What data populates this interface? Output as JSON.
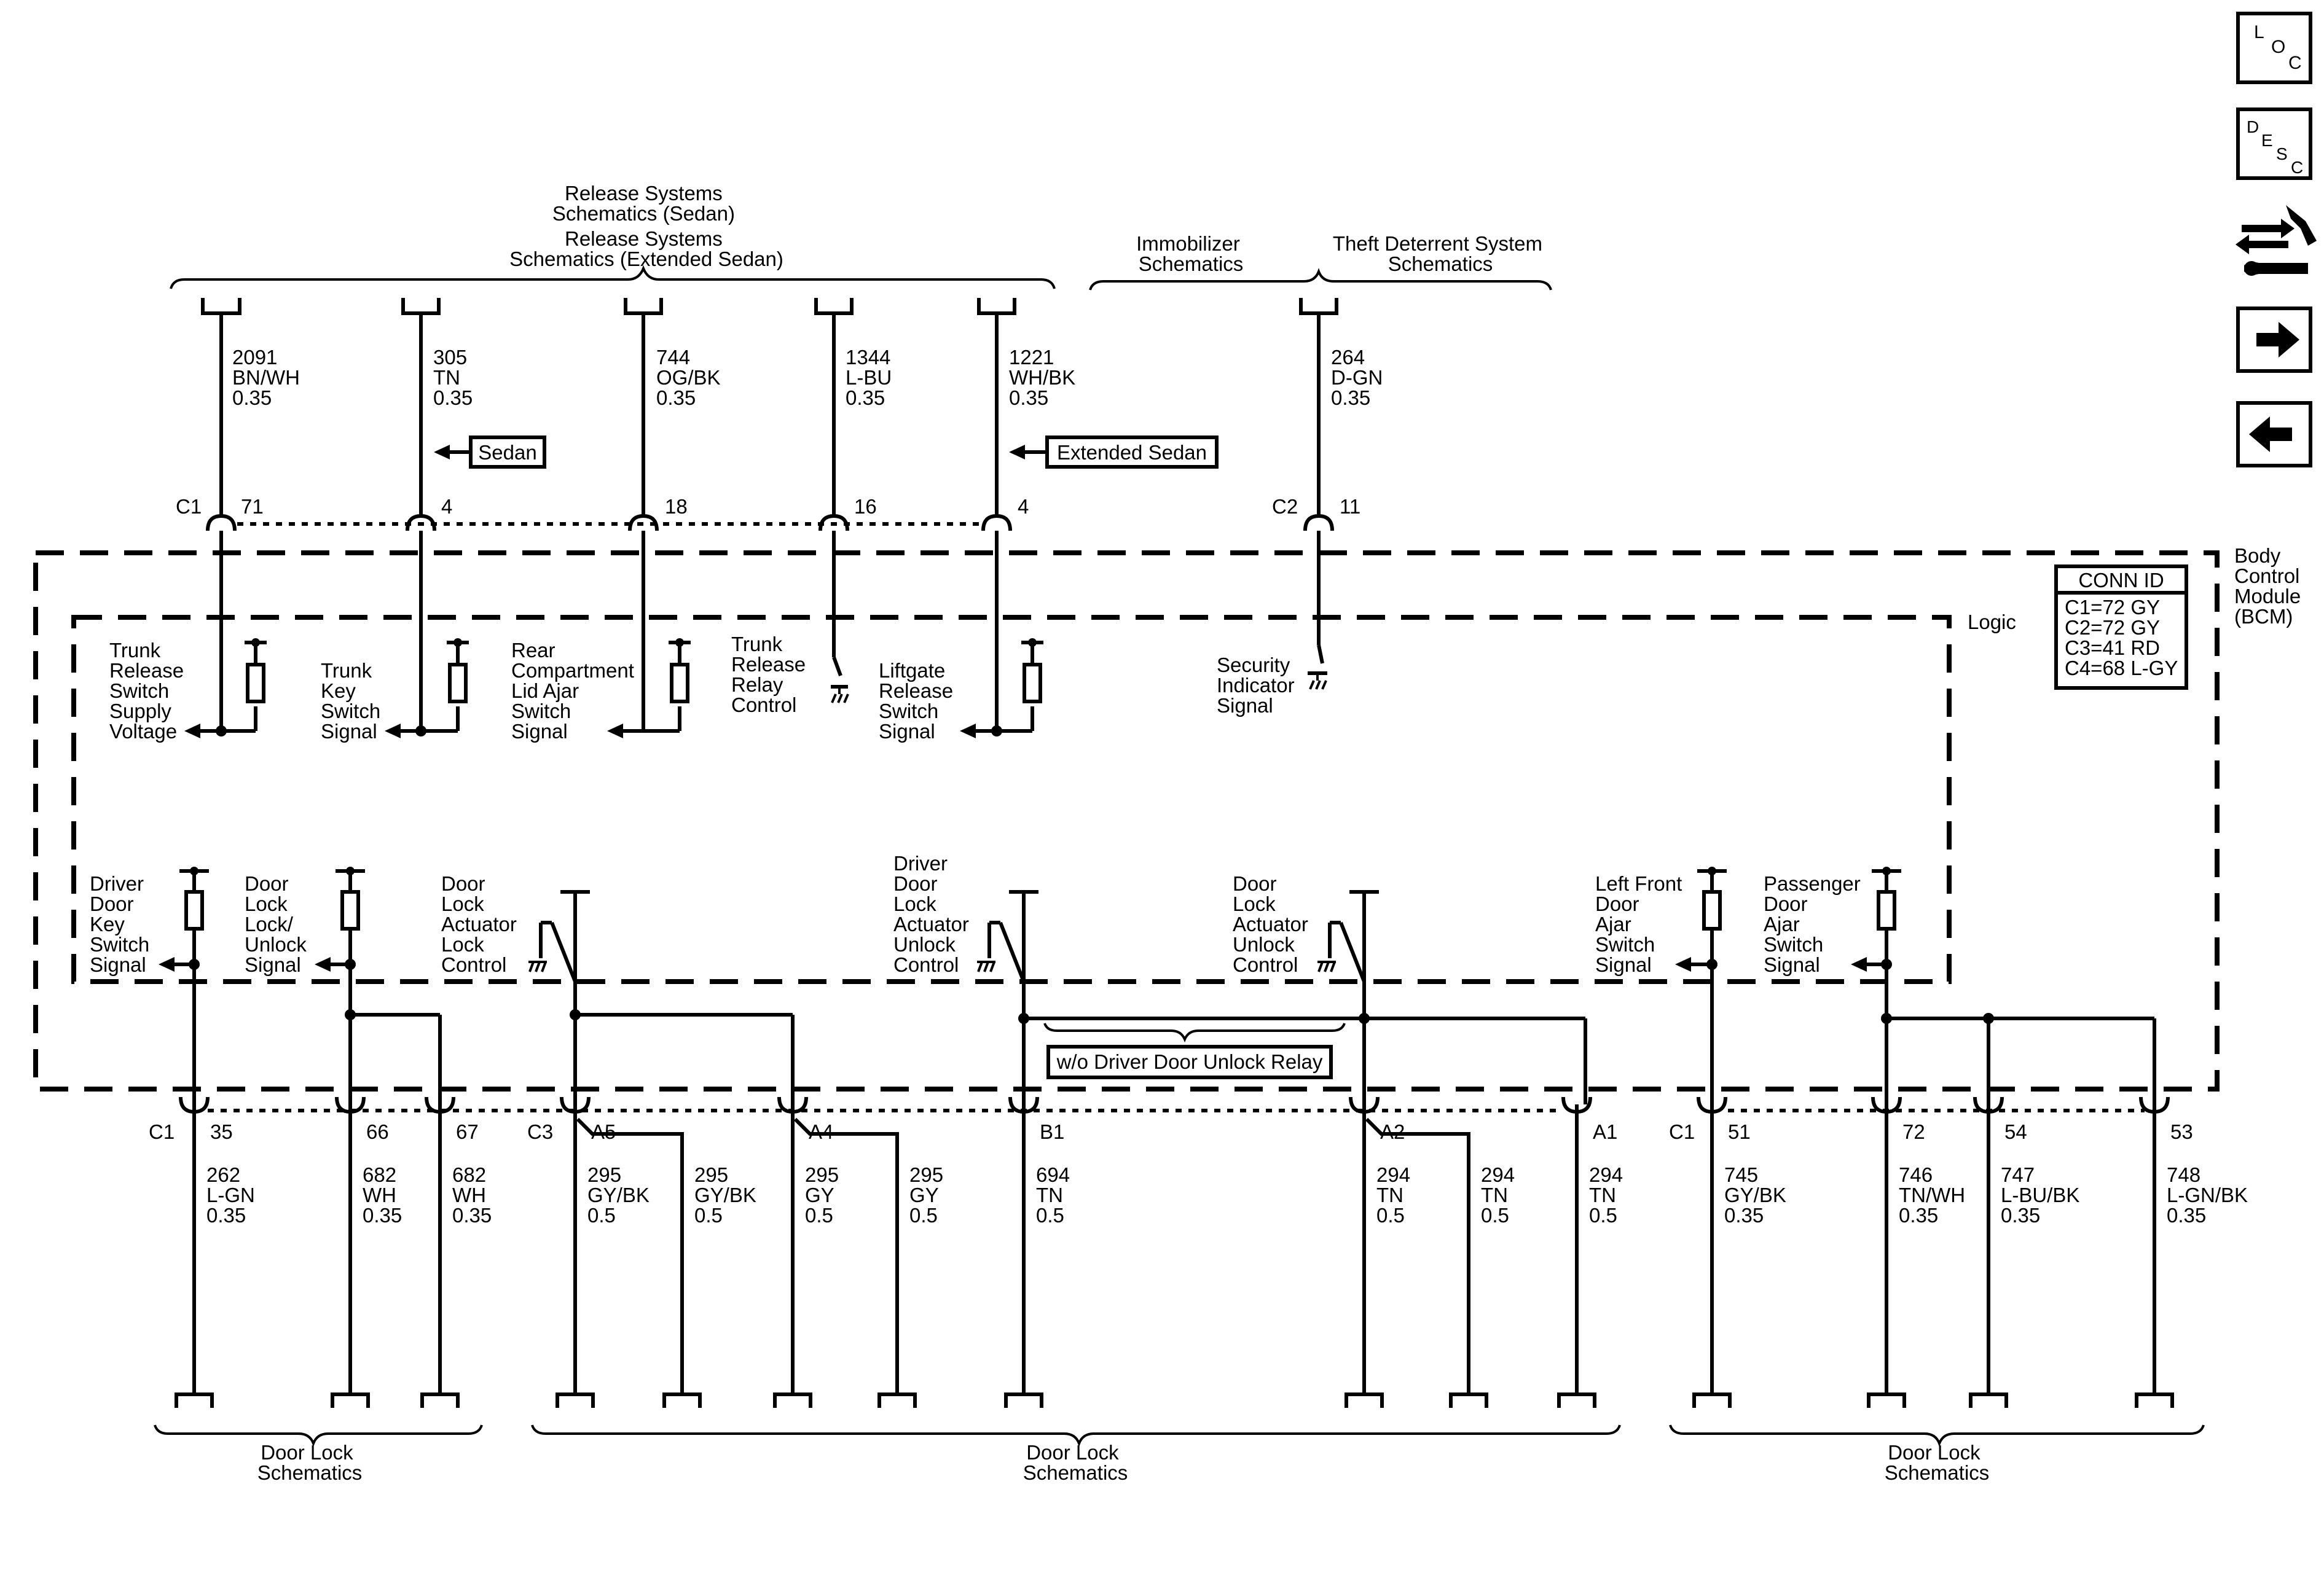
{
  "module": {
    "lines": [
      "Body",
      "Control",
      "Module",
      "(BCM)"
    ],
    "logic_label": "Logic"
  },
  "conn_id": {
    "title": "CONN ID",
    "rows": [
      "C1=72 GY",
      "C2=72 GY",
      "C3=41 RD",
      "C4=68 L-GY"
    ]
  },
  "top_groups": [
    {
      "lines": [
        "Release Systems",
        "Schematics (Sedan)",
        "Release Systems",
        "Schematics (Extended Sedan)"
      ]
    },
    {
      "lines": [
        "Immobilizer",
        "Schematics"
      ]
    },
    {
      "lines": [
        "Theft Deterrent System",
        "Schematics"
      ]
    }
  ],
  "bottom_groups": [
    {
      "lines": [
        "Door Lock",
        "Schematics"
      ]
    },
    {
      "lines": [
        "Door Lock",
        "Schematics"
      ]
    },
    {
      "lines": [
        "Door Lock",
        "Schematics"
      ]
    }
  ],
  "variant_labels": {
    "sedan": "Sedan",
    "extended_sedan": "Extended Sedan",
    "relay": "w/o Driver Door Unlock Relay"
  },
  "top_circuits": [
    {
      "connector": "C1",
      "pin": "71",
      "circuit": "2091",
      "color": "BN/WH",
      "gauge": "0.35"
    },
    {
      "connector": "",
      "pin": "4",
      "circuit": "305",
      "color": "TN",
      "gauge": "0.35"
    },
    {
      "connector": "",
      "pin": "18",
      "circuit": "744",
      "color": "OG/BK",
      "gauge": "0.35"
    },
    {
      "connector": "",
      "pin": "16",
      "circuit": "1344",
      "color": "L-BU",
      "gauge": "0.35"
    },
    {
      "connector": "",
      "pin": "4",
      "circuit": "1221",
      "color": "WH/BK",
      "gauge": "0.35"
    },
    {
      "connector": "C2",
      "pin": "11",
      "circuit": "264",
      "color": "D-GN",
      "gauge": "0.35"
    }
  ],
  "top_signals": [
    {
      "lines": [
        "Trunk",
        "Release",
        "Switch",
        "Supply",
        "Voltage"
      ]
    },
    {
      "lines": [
        "Trunk",
        "Key",
        "Switch",
        "Signal"
      ]
    },
    {
      "lines": [
        "Rear",
        "Compartment",
        "Lid Ajar",
        "Switch",
        "Signal"
      ]
    },
    {
      "lines": [
        "Trunk",
        "Release",
        "Relay",
        "Control"
      ]
    },
    {
      "lines": [
        "Liftgate",
        "Release",
        "Switch",
        "Signal"
      ]
    },
    {
      "lines": [
        "Security",
        "Indicator",
        "Signal"
      ]
    }
  ],
  "bottom_signals": [
    {
      "lines": [
        "Driver",
        "Door",
        "Key",
        "Switch",
        "Signal"
      ]
    },
    {
      "lines": [
        "Door",
        "Lock",
        "Lock/",
        "Unlock",
        "Signal"
      ]
    },
    {
      "lines": [
        "Door",
        "Lock",
        "Actuator",
        "Lock",
        "Control"
      ]
    },
    {
      "lines": [
        "Driver",
        "Door",
        "Lock",
        "Actuator",
        "Unlock",
        "Control"
      ]
    },
    {
      "lines": [
        "Door",
        "Lock",
        "Actuator",
        "Unlock",
        "Control"
      ]
    },
    {
      "lines": [
        "Left Front",
        "Door",
        "Ajar",
        "Switch",
        "Signal"
      ]
    },
    {
      "lines": [
        "Passenger",
        "Door",
        "Ajar",
        "Switch",
        "Signal"
      ]
    }
  ],
  "bottom_circuits": [
    {
      "connector": "C1",
      "pin": "35",
      "circuit": "262",
      "color": "L-GN",
      "gauge": "0.35"
    },
    {
      "connector": "",
      "pin": "66",
      "circuit": "682",
      "color": "WH",
      "gauge": "0.35"
    },
    {
      "connector": "",
      "pin": "67",
      "circuit": "682",
      "color": "WH",
      "gauge": "0.35"
    },
    {
      "connector": "C3",
      "pin": "A5",
      "circuit": "295",
      "color": "GY/BK",
      "gauge": "0.5"
    },
    {
      "connector": "",
      "pin": "",
      "circuit": "295",
      "color": "GY/BK",
      "gauge": "0.5"
    },
    {
      "connector": "",
      "pin": "A4",
      "circuit": "295",
      "color": "GY",
      "gauge": "0.5"
    },
    {
      "connector": "",
      "pin": "",
      "circuit": "295",
      "color": "GY",
      "gauge": "0.5"
    },
    {
      "connector": "",
      "pin": "B1",
      "circuit": "694",
      "color": "TN",
      "gauge": "0.5"
    },
    {
      "connector": "",
      "pin": "A2",
      "circuit": "294",
      "color": "TN",
      "gauge": "0.5"
    },
    {
      "connector": "",
      "pin": "",
      "circuit": "294",
      "color": "TN",
      "gauge": "0.5"
    },
    {
      "connector": "",
      "pin": "A1",
      "circuit": "294",
      "color": "TN",
      "gauge": "0.5"
    },
    {
      "connector": "C1",
      "pin": "51",
      "circuit": "745",
      "color": "GY/BK",
      "gauge": "0.35"
    },
    {
      "connector": "",
      "pin": "72",
      "circuit": "746",
      "color": "TN/WH",
      "gauge": "0.35"
    },
    {
      "connector": "",
      "pin": "54",
      "circuit": "747",
      "color": "L-BU/BK",
      "gauge": "0.35"
    },
    {
      "connector": "",
      "pin": "53",
      "circuit": "748",
      "color": "L-GN/BK",
      "gauge": "0.35"
    }
  ],
  "nav": {
    "loc": [
      "L",
      "O",
      "C"
    ],
    "desc": [
      "D",
      "E",
      "S",
      "C"
    ],
    "icons": [
      "connector-repair-icon",
      "next-arrow-icon",
      "previous-arrow-icon"
    ]
  }
}
